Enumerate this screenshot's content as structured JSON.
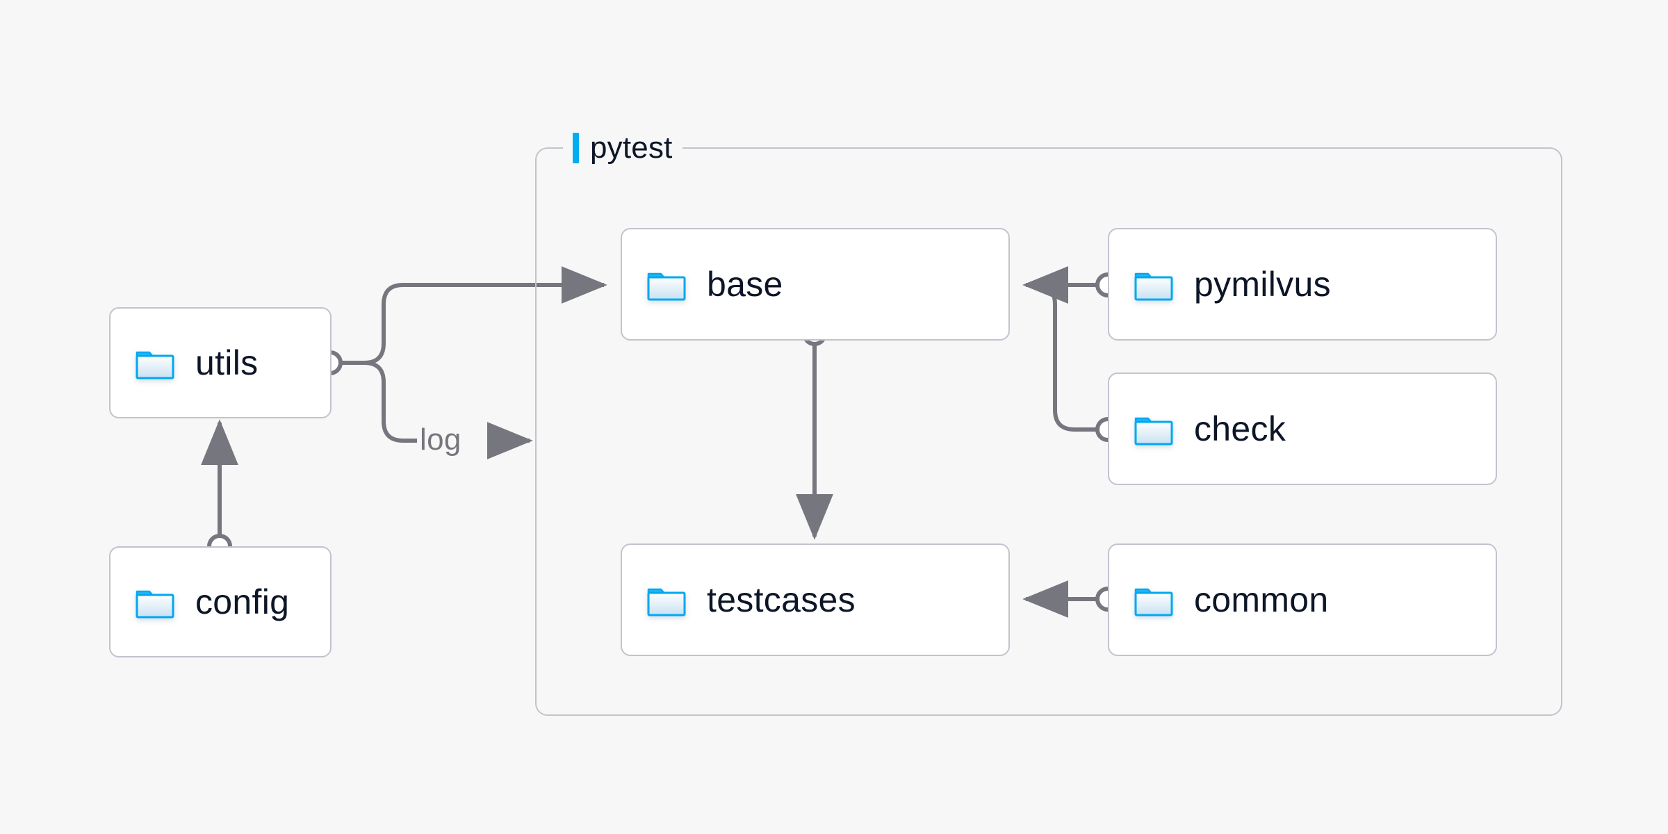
{
  "canvas": {
    "background": "#f7f7f7",
    "node_fill": "#ffffff",
    "node_border": "#c3c3cf",
    "edge_color": "#76767f",
    "text_color": "#0d1627",
    "accent_color": "#00aeef",
    "folder_stroke": "#00a8f0",
    "folder_fill_top": "#ffffff",
    "folder_fill_bottom": "#cfe4f2"
  },
  "group": {
    "title": "pytest",
    "accent_icon": "accent-bar-icon"
  },
  "nodes": [
    {
      "id": "utils",
      "label": "utils",
      "icon": "folder-icon"
    },
    {
      "id": "config",
      "label": "config",
      "icon": "folder-icon"
    },
    {
      "id": "base",
      "label": "base",
      "icon": "folder-icon"
    },
    {
      "id": "testcases",
      "label": "testcases",
      "icon": "folder-icon"
    },
    {
      "id": "pymilvus",
      "label": "pymilvus",
      "icon": "folder-icon"
    },
    {
      "id": "check",
      "label": "check",
      "icon": "folder-icon"
    },
    {
      "id": "common",
      "label": "common",
      "icon": "folder-icon"
    }
  ],
  "edges": [
    {
      "from": "config",
      "to": "utils",
      "label": ""
    },
    {
      "from": "utils",
      "to": "base",
      "label": ""
    },
    {
      "from": "utils",
      "to": "pytest",
      "label": "log"
    },
    {
      "from": "base",
      "to": "testcases",
      "label": ""
    },
    {
      "from": "pymilvus",
      "to": "base",
      "label": ""
    },
    {
      "from": "check",
      "to": "base",
      "label": ""
    },
    {
      "from": "common",
      "to": "testcases",
      "label": ""
    }
  ],
  "edge_labels": {
    "log": "log"
  }
}
